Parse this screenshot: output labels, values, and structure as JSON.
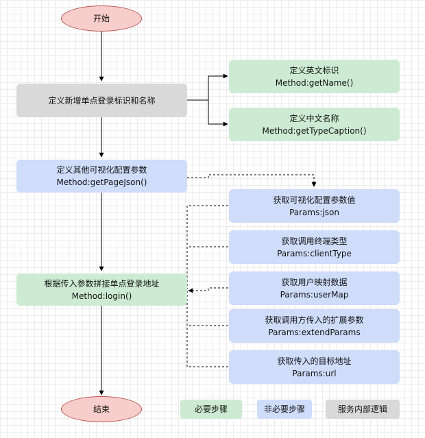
{
  "nodes": {
    "start": "开始",
    "define_id": "定义新增单点登录标识和名称",
    "en_id_title": "定义英文标识",
    "en_id_method": "Method:getName()",
    "cn_name_title": "定义中文名称",
    "cn_name_method": "Method:getTypeCaption()",
    "other_config_title": "定义其他可视化配置参数",
    "other_config_method": "Method:getPageJson()",
    "build_url_title": "根据传入参数拼接单点登录地址",
    "build_url_method": "Method:login()",
    "end": "结束"
  },
  "params": [
    {
      "title": "获取可视化配置参数值",
      "param": "Params:json"
    },
    {
      "title": "获取调用终端类型",
      "param": "Params:clientType"
    },
    {
      "title": "获取用户映射数据",
      "param": "Params:userMap"
    },
    {
      "title": "获取调用方传入的扩展参数",
      "param": "Params:extendParams"
    },
    {
      "title": "获取传入的目标地址",
      "param": "Params:url"
    }
  ],
  "legend": {
    "required": "必要步骤",
    "optional": "非必要步骤",
    "internal": "服务内部逻辑"
  },
  "colors": {
    "green": "#cdebd3",
    "blue": "#cfdcfa",
    "gray": "#d9d9d9",
    "terminal_fill": "#f8cecc",
    "terminal_stroke": "#b85450"
  }
}
